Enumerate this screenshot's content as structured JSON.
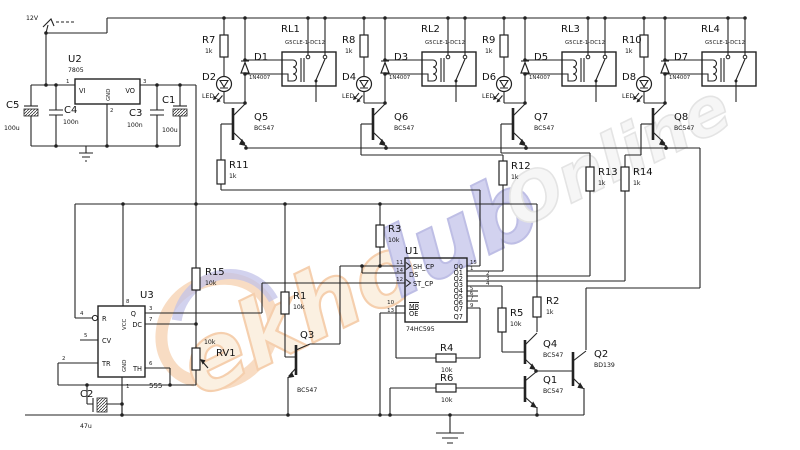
{
  "watermark": {
    "part1": "ekho",
    "part2": "lub",
    "part3": "Online"
  },
  "power": {
    "supply_label": "12V",
    "u2": {
      "ref": "U2",
      "part": "7805",
      "pin_vi": "VI",
      "pin_vo": "VO",
      "pin_gnd": "GND",
      "num_vi": "1",
      "num_gnd": "2",
      "num_vo": "3"
    },
    "c5": {
      "ref": "C5",
      "value": "100u"
    },
    "c4": {
      "ref": "C4",
      "value": "100n"
    },
    "c3": {
      "ref": "C3",
      "value": "100n"
    },
    "c1": {
      "ref": "C1",
      "value": "100u"
    }
  },
  "relay_channels": [
    {
      "resistor": "R7",
      "resistor_value": "1k",
      "led_ref": "D2",
      "led_label": "LED",
      "diode": "D1",
      "diode_part": "1N4007",
      "relay": "RL1",
      "relay_part": "G5CLE-1-DC12",
      "transistor": "Q5",
      "transistor_part": "BC547"
    },
    {
      "resistor": "R8",
      "resistor_value": "1k",
      "led_ref": "D4",
      "led_label": "LED",
      "diode": "D3",
      "diode_part": "1N4007",
      "relay": "RL2",
      "relay_part": "G5CLE-1-DC12",
      "transistor": "Q6",
      "transistor_part": "BC547"
    },
    {
      "resistor": "R9",
      "resistor_value": "1k",
      "led_ref": "D6",
      "led_label": "LED",
      "diode": "D5",
      "diode_part": "1N4007",
      "relay": "RL3",
      "relay_part": "G5CLE-1-DC12",
      "transistor": "Q7",
      "transistor_part": "BC547"
    },
    {
      "resistor": "R10",
      "resistor_value": "1k",
      "led_ref": "D8",
      "led_label": "LED",
      "diode": "D7",
      "diode_part": "1N4007",
      "relay": "RL4",
      "relay_part": "G5CLE-1-DC12",
      "transistor": "Q8",
      "transistor_part": "BC547"
    }
  ],
  "base_resistors": [
    {
      "ref": "R11",
      "value": "1k"
    },
    {
      "ref": "R12",
      "value": "1k"
    },
    {
      "ref": "R13",
      "value": "1k"
    },
    {
      "ref": "R14",
      "value": "1k"
    }
  ],
  "timer": {
    "ref": "U3",
    "part": "555",
    "pin_r": "R",
    "pin_cv": "CV",
    "pin_tr": "TR",
    "pin_vcc": "VCC",
    "pin_gnd": "GND",
    "pin_q": "Q",
    "pin_dc": "DC",
    "pin_th": "TH",
    "num_r": "4",
    "num_cv": "5",
    "num_tr": "2",
    "num_vcc": "8",
    "num_gnd": "1",
    "num_q": "3",
    "num_dc": "7",
    "num_th": "6"
  },
  "shift_register": {
    "ref": "U1",
    "part": "74HC595",
    "left_pins": [
      {
        "num": "11",
        "name": "SH_CP"
      },
      {
        "num": "14",
        "name": "DS"
      },
      {
        "num": "12",
        "name": "ST_CP"
      },
      {
        "num": "10",
        "name": "MR"
      },
      {
        "num": "13",
        "name": "OE"
      }
    ],
    "right_pins": [
      {
        "num": "15",
        "name": "Q0"
      },
      {
        "num": "1",
        "name": "Q1"
      },
      {
        "num": "2",
        "name": "Q2"
      },
      {
        "num": "3",
        "name": "Q3"
      },
      {
        "num": "4",
        "name": "Q4"
      },
      {
        "num": "5",
        "name": "Q5"
      },
      {
        "num": "6",
        "name": "Q6"
      },
      {
        "num": "7",
        "name": "Q7"
      },
      {
        "num": "9",
        "name": "Q7"
      }
    ]
  },
  "resistors": {
    "r15": {
      "ref": "R15",
      "value": "10k"
    },
    "r1": {
      "ref": "R1",
      "value": "10k"
    },
    "r3": {
      "ref": "R3",
      "value": "10k"
    },
    "r4": {
      "ref": "R4",
      "value": "10k"
    },
    "r6": {
      "ref": "R6",
      "value": "10k"
    },
    "r5": {
      "ref": "R5",
      "value": "10k"
    },
    "r2": {
      "ref": "R2",
      "value": "1k"
    },
    "rv1": {
      "ref": "RV1",
      "value": "10k"
    }
  },
  "transistors": {
    "q3": {
      "ref": "Q3",
      "part": "BC547"
    },
    "q4": {
      "ref": "Q4",
      "part": "BC547"
    },
    "q1": {
      "ref": "Q1",
      "part": "BC547"
    },
    "q2": {
      "ref": "Q2",
      "part": "BD139"
    }
  },
  "c2": {
    "ref": "C2",
    "value": "47u"
  }
}
